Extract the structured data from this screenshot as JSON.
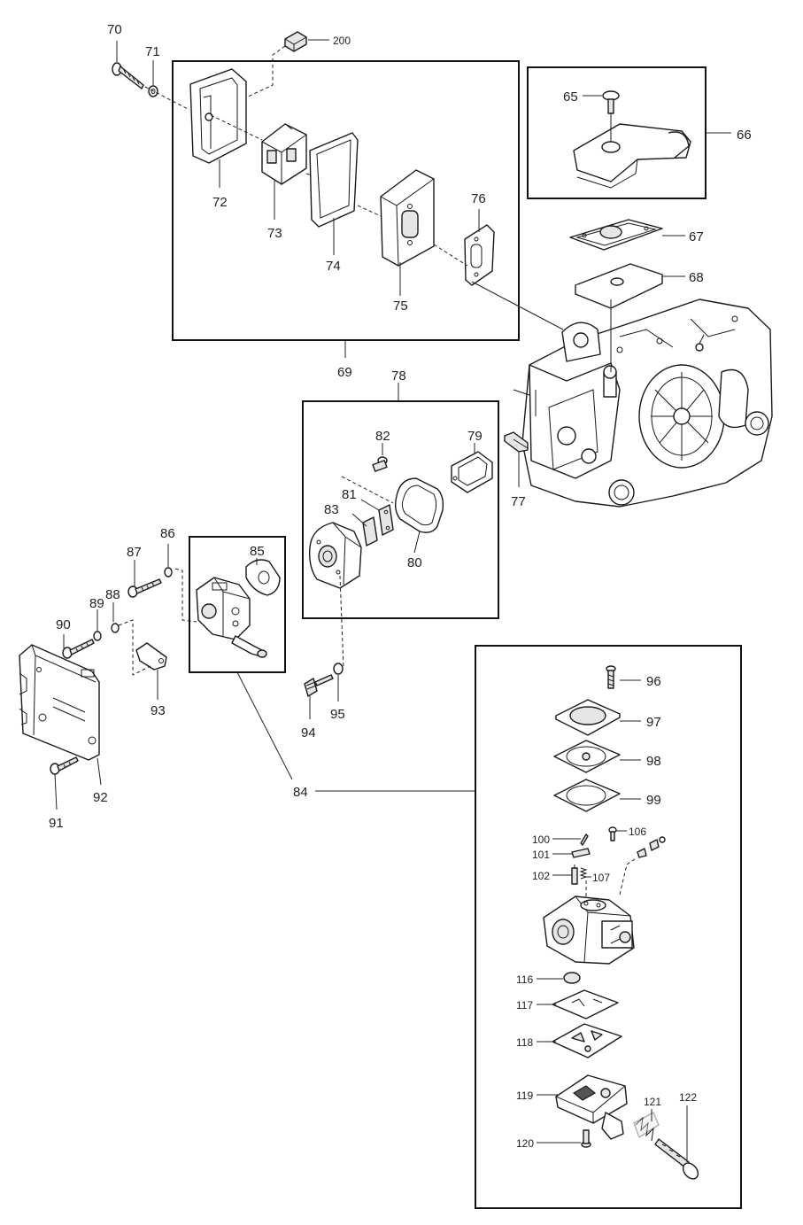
{
  "labels": {
    "p65": "65",
    "p66": "66",
    "p67": "67",
    "p68": "68",
    "p69": "69",
    "p70": "70",
    "p71": "71",
    "p72": "72",
    "p73": "73",
    "p74": "74",
    "p75": "75",
    "p76": "76",
    "p77": "77",
    "p78": "78",
    "p79": "79",
    "p80": "80",
    "p81": "81",
    "p82": "82",
    "p83": "83",
    "p84": "84",
    "p85": "85",
    "p86": "86",
    "p87": "87",
    "p88": "88",
    "p89": "89",
    "p90": "90",
    "p91": "91",
    "p92": "92",
    "p93": "93",
    "p94": "94",
    "p95": "95",
    "p96": "96",
    "p97": "97",
    "p98": "98",
    "p99": "99",
    "p100": "100",
    "p101": "101",
    "p102": "102",
    "p106": "106",
    "p107": "107",
    "p116": "116",
    "p117": "117",
    "p118": "118",
    "p119": "119",
    "p120": "120",
    "p121": "121",
    "p122": "122",
    "p200": "200"
  }
}
